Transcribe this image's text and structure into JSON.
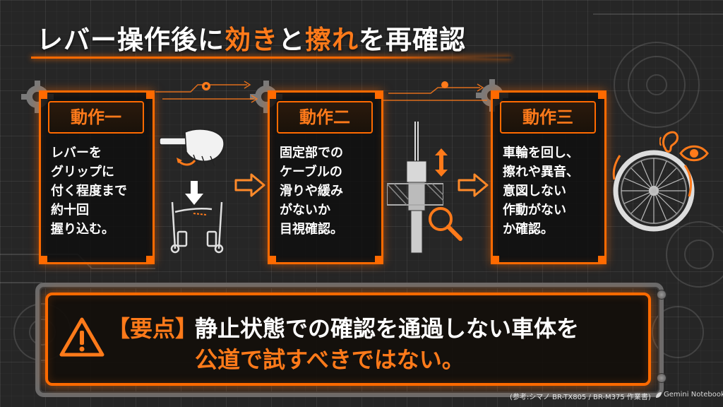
{
  "title": {
    "part1": "レバー操作後に",
    "highlight1": "効き",
    "part2": "と",
    "highlight2": "擦れ",
    "part3": "を再確認"
  },
  "steps": [
    {
      "label": "動作一",
      "lines": [
        "レバーを",
        "グリップに",
        "付く程度まで",
        "約十回",
        "握り込む。"
      ]
    },
    {
      "label": "動作二",
      "lines": [
        "固定部での",
        "ケーブルの",
        "滑りや緩み",
        "がないか",
        "目視確認。"
      ]
    },
    {
      "label": "動作三",
      "lines": [
        "車輪を回し、",
        "擦れや異音、",
        "意図しない",
        "作動がない",
        "か確認。"
      ]
    }
  ],
  "key_point": {
    "label": "【要点】",
    "line1": "静止状態での確認を通過しない車体を",
    "line2": "公道で試すべきではない。"
  },
  "reference": "(参考:シマノ BR-TX805 / BR-M375 作業書)",
  "watermark": "Gemini Notebook",
  "colors": {
    "accent": "#ff6a00",
    "accent_text": "#ff7a1a",
    "background": "#262626",
    "frame": "#6b6b6b"
  },
  "icons": [
    "gear-icon",
    "hand-squeezing-lever-icon",
    "down-arrow-icon",
    "v-brake-icon",
    "cable-anchor-bolt-icon",
    "up-down-arrow-icon",
    "magnifier-icon",
    "ear-icon",
    "eye-icon",
    "wheel-icon",
    "warning-icon",
    "right-arrow-icon",
    "notebook-icon"
  ]
}
